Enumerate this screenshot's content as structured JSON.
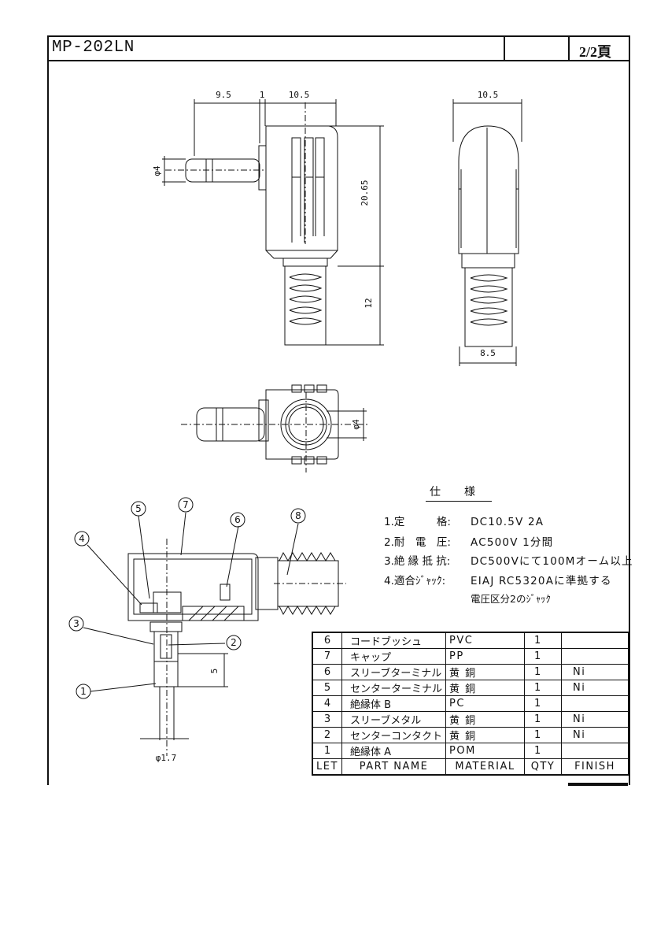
{
  "header": {
    "model": "MP-202LN",
    "page": "2/2頁"
  },
  "dimensions": {
    "d1": "9.5",
    "d2": "1",
    "d3": "10.5",
    "d4": "10.5",
    "d5": "20.65",
    "d6": "12",
    "d7": "8.5",
    "d8": "φ4",
    "d9": "φ4",
    "d10": "5",
    "d11": "φ1.7"
  },
  "balloons": [
    "1",
    "2",
    "3",
    "4",
    "5",
    "6",
    "7",
    "8"
  ],
  "specs": {
    "title": "仕様",
    "items": [
      {
        "label": "1.定　　　格:",
        "value": "DC10.5V 2A"
      },
      {
        "label": "2.耐　電　圧:",
        "value": "AC500V 1分間"
      },
      {
        "label": "3.絶 縁 抵 抗:",
        "value": "DC500Vにて100Mオーム以上"
      },
      {
        "label": "4.適合ｼﾞｬｯｸ:",
        "value": "EIAJ RC5320Aに準拠する"
      }
    ],
    "note": "電圧区分2のｼﾞｬｯｸ"
  },
  "parts_table": {
    "rows": [
      {
        "let": "6",
        "name": "コードブッシュ",
        "material": "PVC",
        "qty": "1",
        "finish": ""
      },
      {
        "let": "7",
        "name": "キャップ",
        "material": "PP",
        "qty": "1",
        "finish": ""
      },
      {
        "let": "6",
        "name": "スリーブターミナル",
        "material": "黄 銅",
        "qty": "1",
        "finish": "Ni"
      },
      {
        "let": "5",
        "name": "センターターミナル",
        "material": "黄 銅",
        "qty": "1",
        "finish": "Ni"
      },
      {
        "let": "4",
        "name": "絶縁体 B",
        "material": "PC",
        "qty": "1",
        "finish": ""
      },
      {
        "let": "3",
        "name": "スリーブメタル",
        "material": "黄 銅",
        "qty": "1",
        "finish": "Ni"
      },
      {
        "let": "2",
        "name": "センターコンタクト",
        "material": "黄 銅",
        "qty": "1",
        "finish": "Ni"
      },
      {
        "let": "1",
        "name": "絶縁体 A",
        "material": "POM",
        "qty": "1",
        "finish": ""
      }
    ],
    "header": {
      "let": "LET",
      "name": "PART NAME",
      "material": "MATERIAL",
      "qty": "QTY",
      "finish": "FINISH"
    }
  }
}
